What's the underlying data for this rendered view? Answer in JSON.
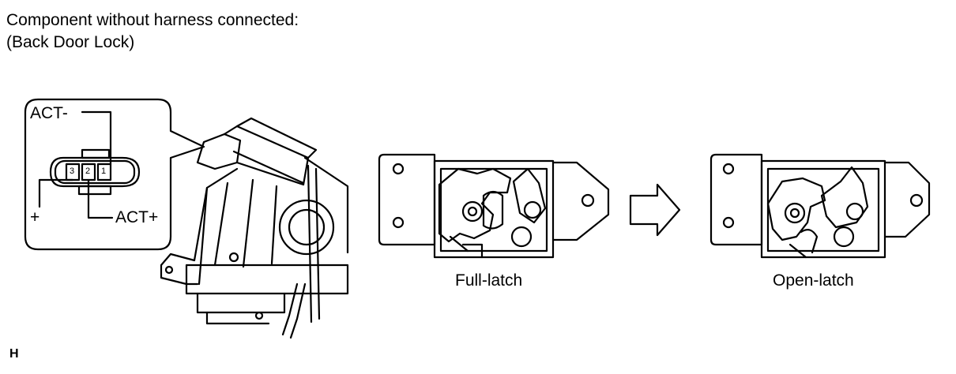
{
  "header": {
    "line1": "Component without harness connected:",
    "line2": "(Back Door Lock)"
  },
  "connector": {
    "act_minus": "ACT-",
    "act_plus": "ACT+",
    "plus": "+",
    "pin3": "3",
    "pin2": "2",
    "pin1": "1"
  },
  "views": {
    "full_latch": "Full-latch",
    "open_latch": "Open-latch"
  },
  "corner_mark": "H"
}
